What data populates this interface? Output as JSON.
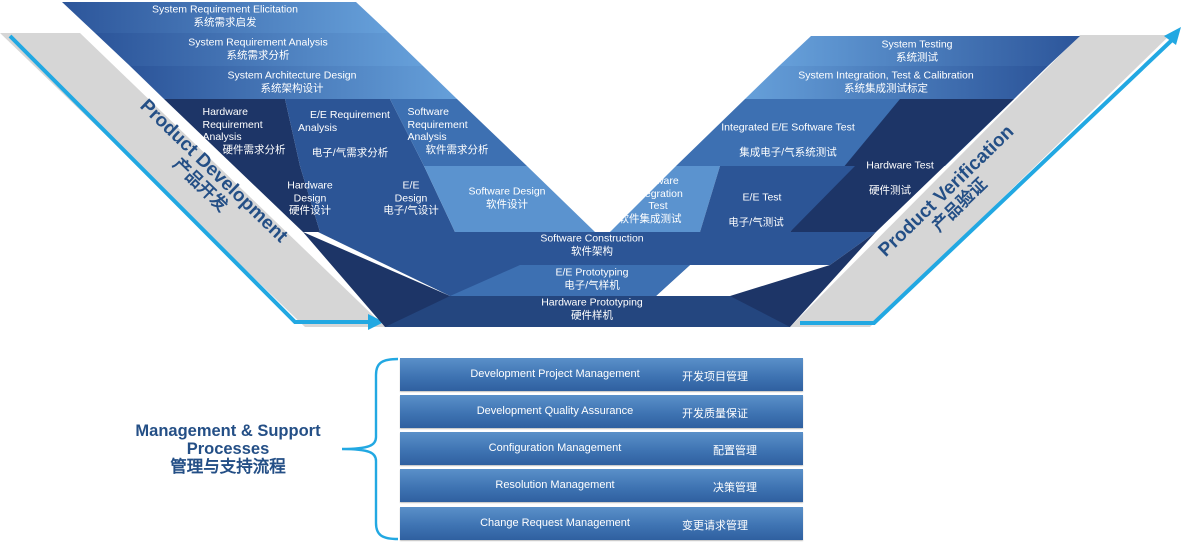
{
  "left_stages": [
    {
      "en": [
        "System Requirement Elicitation"
      ],
      "zh": "系统需求启发"
    },
    {
      "en": [
        "System Requirement Analysis"
      ],
      "zh": "系统需求分析"
    },
    {
      "en": [
        "System Architecture Design"
      ],
      "zh": "系统架构设计"
    },
    {
      "en": [
        "Hardware",
        "Requirement",
        "Analysis"
      ],
      "zh": "硬件需求分析"
    },
    {
      "en": [
        "E/E Requirement",
        "Analysis"
      ],
      "zh": "电子/气需求分析"
    },
    {
      "en": [
        "Software",
        "Requirement",
        "Analysis"
      ],
      "zh": "软件需求分析"
    },
    {
      "en": [
        "Hardware",
        "Design"
      ],
      "zh": "硬件设计"
    },
    {
      "en": [
        "E/E",
        "Design"
      ],
      "zh": "电子/气设计"
    },
    {
      "en": [
        "Software Design"
      ],
      "zh": "软件设计"
    }
  ],
  "bottom_stages": [
    {
      "en": [
        "Software Construction"
      ],
      "zh": "软件架构"
    },
    {
      "en": [
        "E/E Prototyping"
      ],
      "zh": "电子/气样机"
    },
    {
      "en": [
        "Hardware Prototyping"
      ],
      "zh": "硬件样机"
    }
  ],
  "right_stages": [
    {
      "en": [
        "System Testing"
      ],
      "zh": "系统测试"
    },
    {
      "en": [
        "System Integration, Test & Calibration"
      ],
      "zh": "系统集成测试标定"
    },
    {
      "en": [
        "Integrated E/E Software Test"
      ],
      "zh": "集成电子/气系统测试"
    },
    {
      "en": [
        "Hardware Test"
      ],
      "zh": "硬件测试"
    },
    {
      "en": [
        "Software",
        "Integration",
        "Test"
      ],
      "zh": "软件集成测试"
    },
    {
      "en": [
        "E/E Test"
      ],
      "zh": "电子/气测试"
    }
  ],
  "product_development": {
    "en": "Product Development",
    "zh": "产品开发"
  },
  "product_verification": {
    "en": "Product Verification",
    "zh": "产品验证"
  },
  "management": {
    "title": [
      "Management & Support",
      "Processes",
      "管理与支持流程"
    ],
    "items": [
      {
        "en": "Development Project Management",
        "zh": "开发项目管理"
      },
      {
        "en": "Development Quality Assurance",
        "zh": "开发质量保证"
      },
      {
        "en": "Configuration Management",
        "zh": "配置管理"
      },
      {
        "en": "Resolution Management",
        "zh": "决策管理"
      },
      {
        "en": "Change Request Management",
        "zh": "变更请求管理"
      }
    ]
  },
  "colors": {
    "light": "#5b93cf",
    "mid": "#3a6aaa",
    "dark": "#24467f",
    "darkest": "#1d3567",
    "arrow": "#22a8e2",
    "gray": "#d6d6d6",
    "title": "#244f86"
  }
}
